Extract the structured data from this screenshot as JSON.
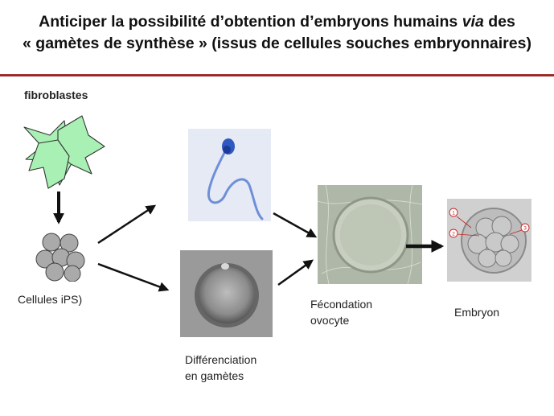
{
  "title": {
    "line1_prefix": "Anticiper la possibilité d’obtention d’embryons humains ",
    "line1_italic": "via",
    "line1_suffix": " des",
    "line2": "« gamètes de synthèse » (issus de cellules souches embryonnaires)"
  },
  "labels": {
    "fibroblastes": "fibroblastes",
    "cellules_ips": "Cellules iPS)",
    "differenciation_line1": "Différenciation",
    "differenciation_line2": "en gamètes",
    "fecondation_line1": "Fécondation",
    "fecondation_line2": "ovocyte",
    "embryon": "Embryon"
  },
  "embryo_markers": [
    "1",
    "2",
    "3"
  ],
  "colors": {
    "title_rule": "#9b2a2a",
    "fibroblast_fill": "#a8f0b4",
    "ips_cell_fill": "#aaaaaa",
    "sperm_stain": "#3a64c8",
    "marker_red": "#cc2222"
  }
}
